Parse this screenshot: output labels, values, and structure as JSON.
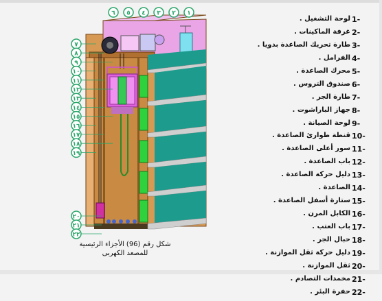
{
  "legend": {
    "items": [
      {
        "num": "1-",
        "label": "لوحة التشغيل ."
      },
      {
        "num": "2-",
        "label": "غرفة الماكينات ."
      },
      {
        "num": "3-",
        "label": "طارة تحريك الصاعدة بدويا ."
      },
      {
        "num": "4-",
        "label": "الفرامل ."
      },
      {
        "num": "5-",
        "label": "محرك الصاعدة ."
      },
      {
        "num": "6-",
        "label": "صندوق التروس ."
      },
      {
        "num": "7-",
        "label": "طارة الجر ."
      },
      {
        "num": "8-",
        "label": "جهاز الباراشوت ."
      },
      {
        "num": "9-",
        "label": "لوحة الصيانة ."
      },
      {
        "num": "10-",
        "label": "قنطة طوارئ الصاعدة ."
      },
      {
        "num": "11-",
        "label": "سور أعلى الصاعدة ."
      },
      {
        "num": "12-",
        "label": "باب الصاعدة ."
      },
      {
        "num": "13-",
        "label": "دليل حركة الصاعدة ."
      },
      {
        "num": "14-",
        "label": "الصاعدة ."
      },
      {
        "num": "15-",
        "label": "ستارة أسفل الصاعدة ."
      },
      {
        "num": "16-",
        "label": "الكابل المرن ."
      },
      {
        "num": "17-",
        "label": "باب العتب ."
      },
      {
        "num": "18-",
        "label": "حبال الجر ."
      },
      {
        "num": "19-",
        "label": "دليل حركة ثقل الموازنة ."
      },
      {
        "num": "20-",
        "label": "ثقل الموازنة ."
      },
      {
        "num": "21-",
        "label": "مخمدات التصادم ."
      },
      {
        "num": "22-",
        "label": "حفرة البئر ."
      }
    ]
  },
  "diagram": {
    "top_callouts": [
      "٦",
      "٥",
      "٤",
      "٣",
      "٢",
      "١"
    ],
    "left_callouts": [
      "٧",
      "٨",
      "٩",
      "١٠",
      "١١",
      "١٢",
      "١٣",
      "١٤",
      "١٥",
      "١٦",
      "١٧",
      "١٨",
      "١٩"
    ],
    "bottom_callouts": [
      "٢٠",
      "٢١",
      "٢٢"
    ],
    "colors": {
      "wall": "#d9a05a",
      "wall_dark": "#a86a2e",
      "shaft": "#c98a43",
      "floor": "#c8c8c8",
      "teal": "#1c8f85",
      "green": "#2fd13c",
      "pink": "#e070e0",
      "machine_room": "#e8a8e8",
      "callout": "#2aa66a"
    }
  },
  "caption": {
    "line1": "شكل رقم (96) الأجزاء الرئيسية",
    "line2": "للمصعد الكهربى"
  }
}
